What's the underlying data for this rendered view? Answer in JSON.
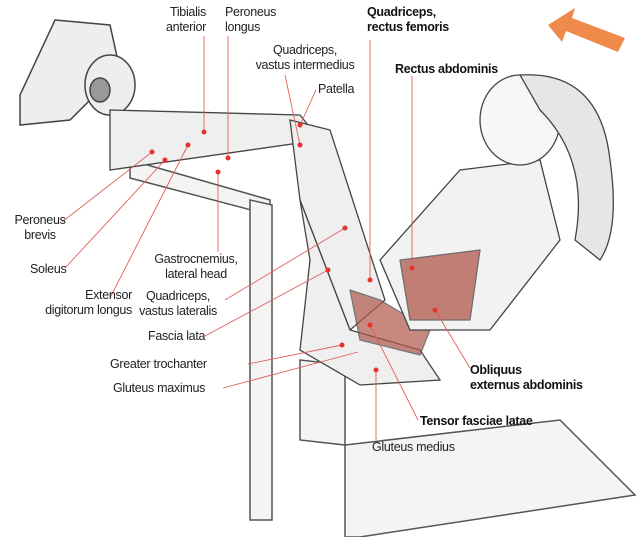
{
  "labels": {
    "tibialis_anterior": [
      "Tibialis",
      "anterior"
    ],
    "peroneus_longus": [
      "Peroneus",
      "longus"
    ],
    "quadriceps_vastus_intermedius": [
      "Quadriceps,",
      "vastus intermedius"
    ],
    "patella": "Patella",
    "quadriceps_rectus_femoris": [
      "Quadriceps,",
      "rectus femoris"
    ],
    "rectus_abdominis": "Rectus abdominis",
    "peroneus_brevis": [
      "Peroneus",
      "brevis"
    ],
    "soleus": "Soleus",
    "extensor_digitorum_longus": [
      "Extensor",
      "digitorum longus"
    ],
    "gastrocnemius_lateral_head": [
      "Gastrocnemius,",
      "lateral head"
    ],
    "quadriceps_vastus_lateralis": [
      "Quadriceps,",
      "vastus lateralis"
    ],
    "fascia_lata": "Fascia lata",
    "greater_trochanter": "Greater trochanter",
    "gluteus_maximus": "Gluteus maximus",
    "obliquus_externus_abdominis": [
      "Obliquus",
      "externus abdominis"
    ],
    "tensor_fasciae_latae": "Tensor fasciae latae",
    "gluteus_medius": "Gluteus medius"
  },
  "colors": {
    "leader": "#e0605a",
    "dot": "#e8322c",
    "arrow": "#f08a4b",
    "muscle": "#b0584a"
  },
  "icons": {
    "direction_arrow": "arrow-up-left-icon"
  }
}
